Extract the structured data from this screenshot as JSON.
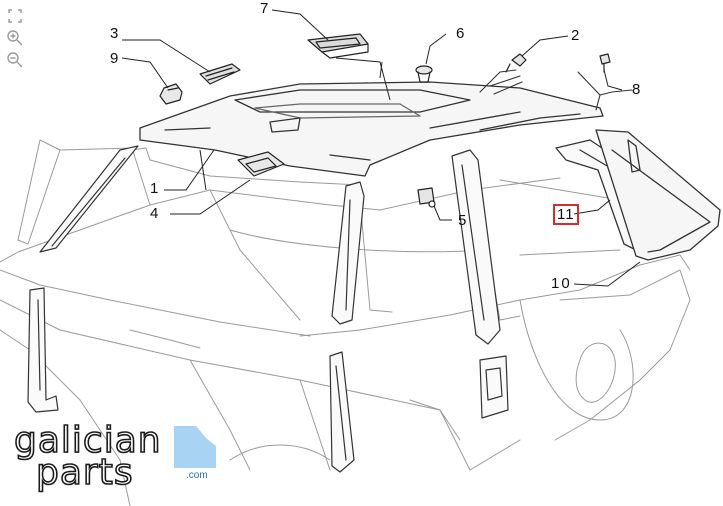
{
  "viewer": {
    "tools": [
      {
        "name": "fit-screen-icon"
      },
      {
        "name": "zoom-in-icon"
      },
      {
        "name": "zoom-out-icon"
      }
    ]
  },
  "callouts": [
    {
      "id": "1",
      "label": "1"
    },
    {
      "id": "2",
      "label": "2"
    },
    {
      "id": "3",
      "label": "3"
    },
    {
      "id": "4",
      "label": "4"
    },
    {
      "id": "5",
      "label": "5"
    },
    {
      "id": "6",
      "label": "6"
    },
    {
      "id": "7",
      "label": "7"
    },
    {
      "id": "8",
      "label": "8"
    },
    {
      "id": "9",
      "label": "9"
    },
    {
      "id": "10",
      "label": "10"
    },
    {
      "id": "11",
      "label": "11"
    }
  ],
  "highlight": {
    "label": "11",
    "color": "#d62d2d"
  },
  "brand": {
    "line1": "galician",
    "line2": "parts",
    "suffix": ".com",
    "accent": "#8fc3ea"
  }
}
